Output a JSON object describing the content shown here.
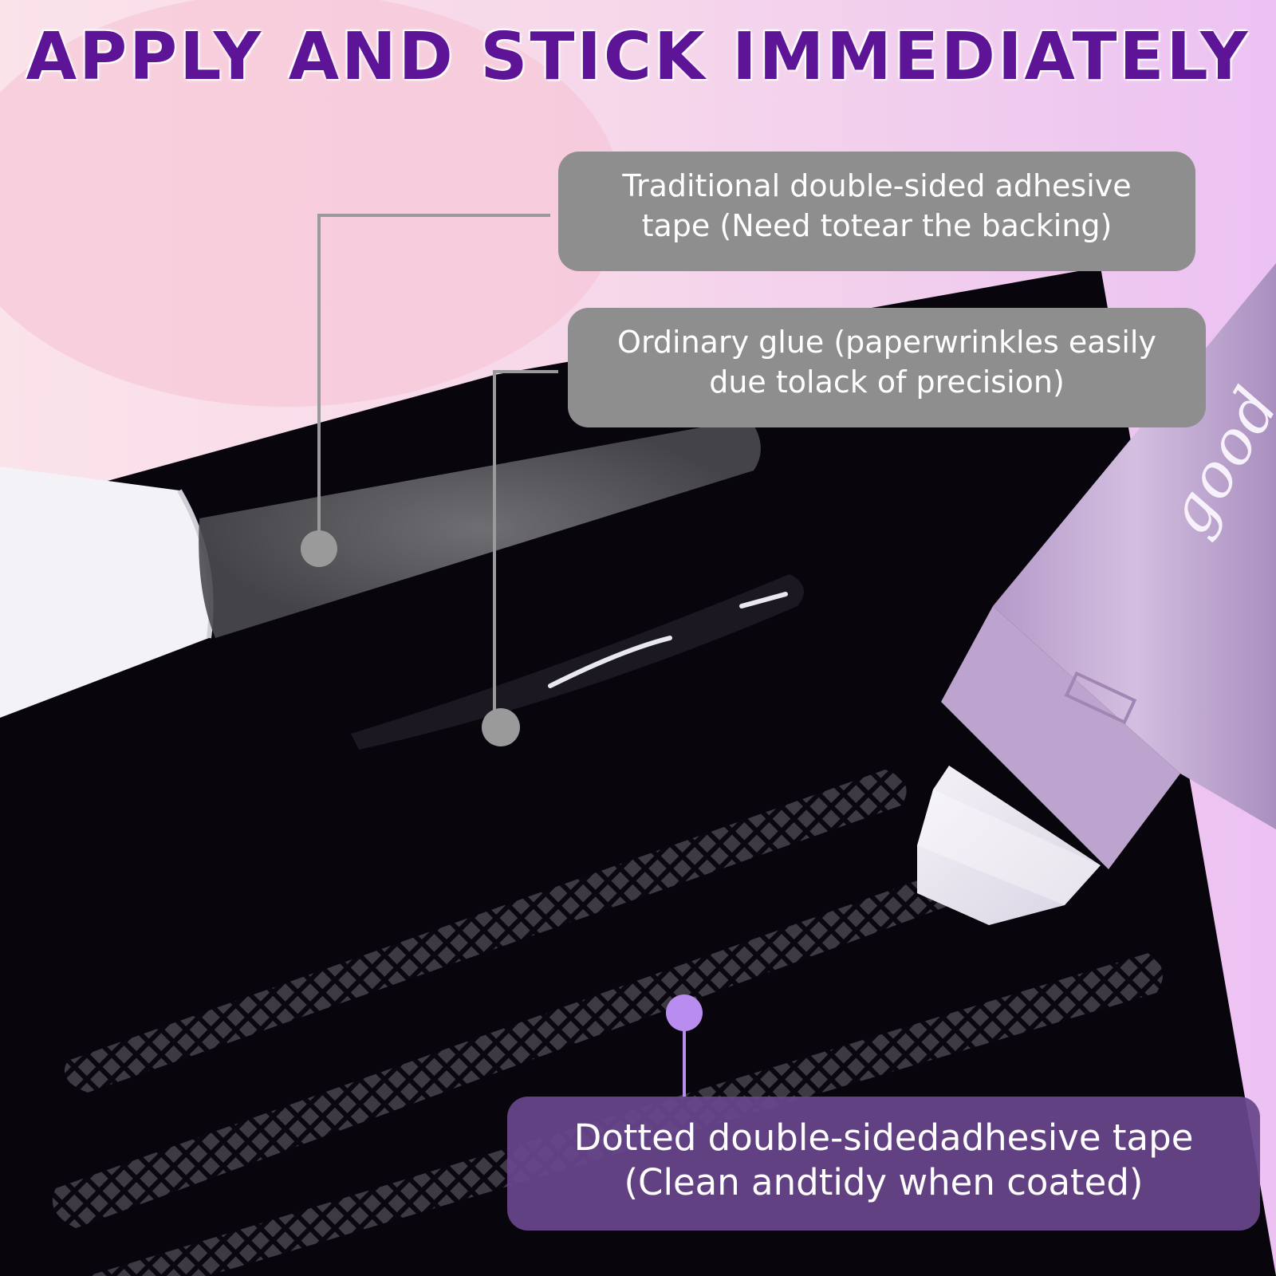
{
  "headline": "APPLY AND STICK IMMEDIATELY",
  "callouts": {
    "traditional_tape": {
      "line1": "Traditional double-sided adhesive",
      "line2": "tape (Need totear the backing)"
    },
    "ordinary_glue": {
      "line1": "Ordinary glue (paperwrinkles easily",
      "line2": "due tolack of precision)"
    },
    "dotted_tape": {
      "line1": "Dotted double-sidedadhesive tape",
      "line2": "(Clean andtidy when coated)"
    }
  },
  "product_brand": "good",
  "colors": {
    "headline": "#5e1497",
    "callout_gray": "#8e8e8e",
    "callout_purple": "#68468c",
    "marker_gray": "#9a9a9a",
    "marker_purple": "#b98df0",
    "pen_body": "#c8b0d8"
  }
}
